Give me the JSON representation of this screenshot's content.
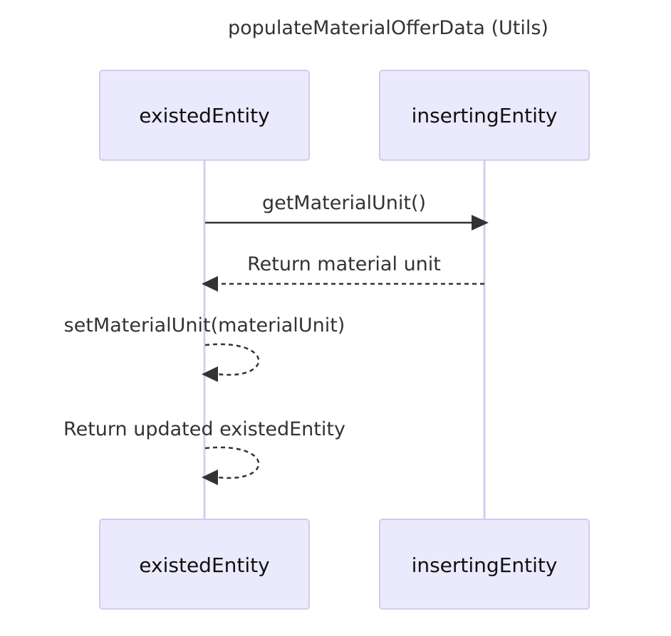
{
  "diagram": {
    "title": "populateMaterialOfferData (Utils)",
    "participants": [
      {
        "id": "existed",
        "label": "existedEntity"
      },
      {
        "id": "inserting",
        "label": "insertingEntity"
      }
    ],
    "messages": [
      {
        "from": "existed",
        "to": "inserting",
        "label": "getMaterialUnit()",
        "style": "solid"
      },
      {
        "from": "inserting",
        "to": "existed",
        "label": "Return material unit",
        "style": "dashed"
      },
      {
        "from": "existed",
        "to": "existed",
        "label": "setMaterialUnit(materialUnit)",
        "style": "dashed"
      },
      {
        "from": "existed",
        "to": "existed",
        "label": "Return updated existedEntity",
        "style": "dashed"
      }
    ]
  }
}
